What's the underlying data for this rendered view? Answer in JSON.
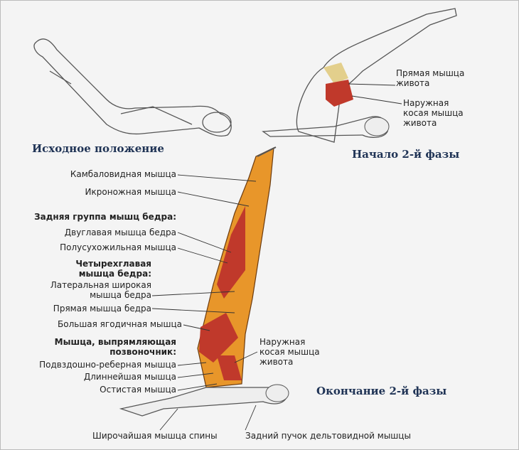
{
  "phases": {
    "start": "Исходное положение",
    "phase2_begin": "Начало 2-й фазы",
    "phase2_end": "Окончание 2-й фазы"
  },
  "top_right_labels": {
    "rectus_abdominis": [
      "Прямая мышца",
      "живота"
    ],
    "external_oblique": [
      "Наружная",
      "косая мышца",
      "живота"
    ]
  },
  "main_labels": {
    "soleus": "Камбаловидная мышца",
    "gastrocnemius": "Икроножная мышца",
    "hamstrings_group": "Задняя группа мышц бедра:",
    "biceps_femoris": "Двуглавая мышца бедра",
    "semitendinosus": "Полусухожильная мышца",
    "quadriceps_group": [
      "Четырехглавая",
      "мышца бедра:"
    ],
    "vastus_lateralis": [
      "Латеральная широкая",
      "мышца бедра"
    ],
    "rectus_femoris": "Прямая мышца бедра",
    "gluteus_maximus": "Большая ягодичная мышца",
    "erector_group": [
      "Мышца, выпрямляющая",
      "позвоночник:"
    ],
    "iliocostalis": "Подвздошно-реберная мышца",
    "longissimus": "Длиннейшая мышца",
    "spinalis": "Остистая мышца",
    "external_oblique": [
      "Наружная",
      "косая мышца",
      "живота"
    ],
    "latissimus": "Широчайшая мышца спины",
    "posterior_deltoid": "Задний пучок дельтовидной мышцы"
  },
  "colors": {
    "phase_title": "#1f3355",
    "muscle_red": "#c0392b",
    "muscle_orange": "#e8962a"
  }
}
